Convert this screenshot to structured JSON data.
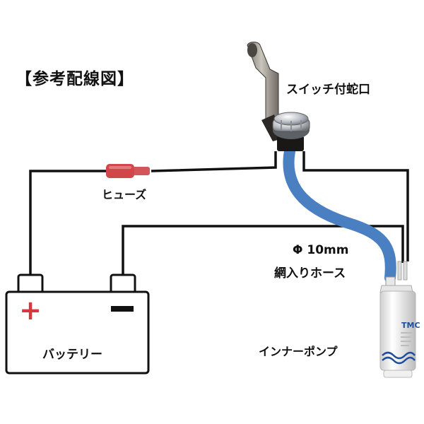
{
  "title": "【参考配線図】",
  "labels": {
    "faucet": "スイッチ付蛇口",
    "fuse": "ヒューズ",
    "hose_diameter": "Φ 10mm",
    "hose_name": "網入りホース",
    "pump": "インナーポンプ",
    "battery": "バッテリー",
    "pump_brand": "TMC"
  },
  "battery_terminals": {
    "positive": "+",
    "negative": "−"
  },
  "colors": {
    "wire": "#111111",
    "hose": "#4a7fc1",
    "fuse": "#d0464b",
    "faucet_metal": "#a9a39a",
    "pump_body": "#f2f2f2",
    "pump_wave": "#1f4f9c",
    "positive_mark": "#d9363e"
  }
}
